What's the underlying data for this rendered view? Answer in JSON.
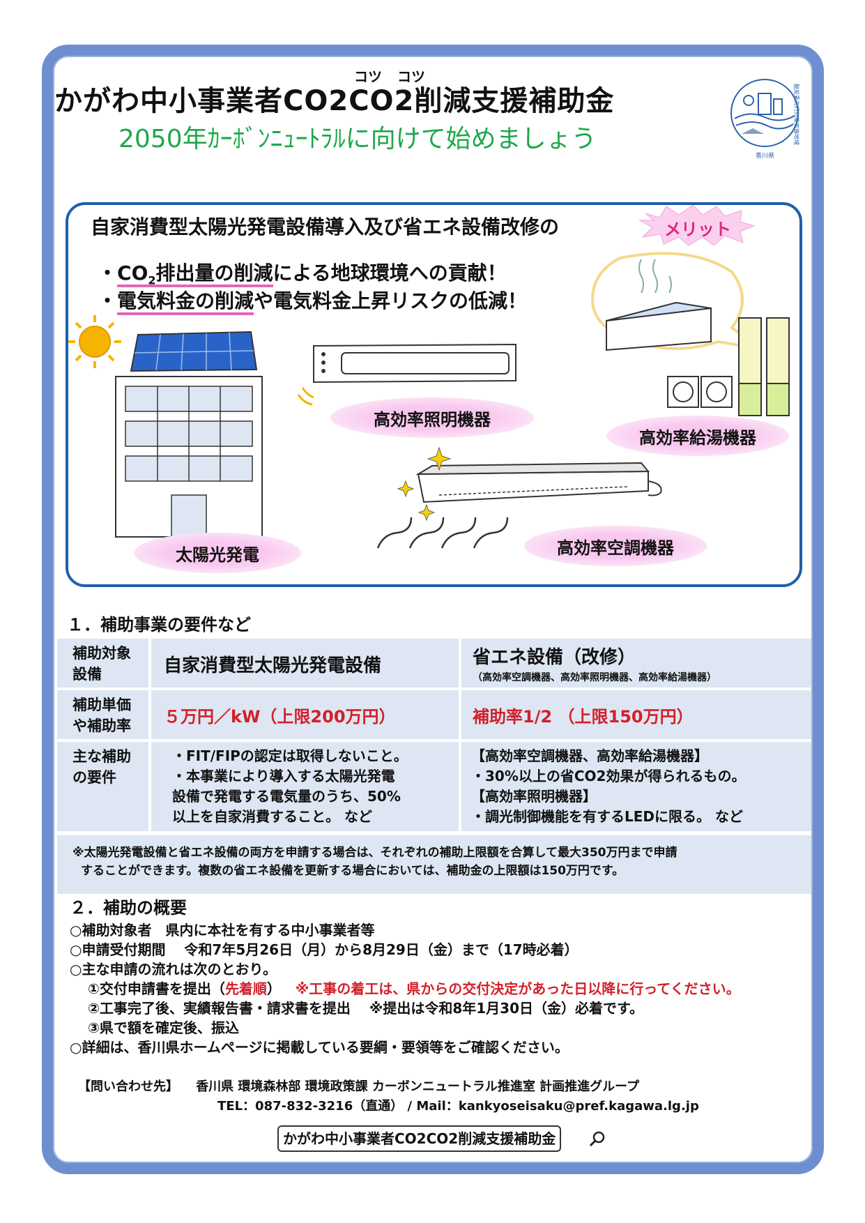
{
  "header": {
    "title": "かがわ中小事業者CO2CO2削減支援補助金",
    "ruby_left": "コツ",
    "ruby_right": "コツ",
    "subtitle": "2050年ｶｰﾎﾞﾝﾆｭｰﾄﾗﾙに向けて始めましょう",
    "seal_text": "脱炭素先行対策実施地域",
    "seal_pref": "香川県"
  },
  "merit": {
    "heading": "自家消費型太陽光発電設備導入及び省エネ設備改修の",
    "badge": "メリット",
    "bullet1_prefix": "・",
    "bullet1_co": "CO",
    "bullet1_sub": "2",
    "bullet1_u": "排出量の削減",
    "bullet1_rest": "による地球環境への貢献！",
    "bullet2_prefix": "・",
    "bullet2_u": "電気料金の削減",
    "bullet2_rest": "や電気料金上昇リスクの低減！",
    "labels": {
      "lighting": "高効率照明機器",
      "water_heater": "高効率給湯機器",
      "aircon": "高効率空調機器",
      "solar": "太陽光発電"
    }
  },
  "section1": {
    "title": "１．補助事業の要件など",
    "rows": [
      {
        "header": [
          "補助対象",
          "設備"
        ],
        "col1": "自家消費型太陽光発電設備",
        "col2": "省エネ設備（改修）",
        "col2_note": "（高効率空調機器、高効率照明機器、高効率給湯機器）"
      },
      {
        "header": [
          "補助単価",
          "や補助率"
        ],
        "col1": "５万円／kW（上限200万円）",
        "col2": "補助率1/2 （上限150万円）"
      },
      {
        "header": [
          "主な補助",
          "の要件"
        ],
        "col1_lines": [
          "・FIT/FIPの認定は取得しないこと。",
          "・本事業により導入する太陽光発電",
          "設備で発電する電気量のうち、50%",
          "以上を自家消費すること。 など"
        ],
        "col2_lines": [
          "【高効率空調機器、高効率給湯機器】",
          "・30%以上の省CO2効果が得られるもの。",
          "【高効率照明機器】",
          "・調光制御機能を有するLEDに限る。 など"
        ]
      }
    ],
    "note_lines": [
      "※太陽光発電設備と省エネ設備の両方を申請する場合は、それぞれの補助上限額を合算して最大350万円まで申請",
      "することができます。複数の省エネ設備を更新する場合においては、補助金の上限額は150万円です。"
    ]
  },
  "section2": {
    "title": "２．補助の概要",
    "line1": "○補助対象者　県内に本社を有する中小事業者等",
    "line2": "○申請受付期間　 令和7年5月26日（月）から8月29日（金）まで（17時必着）",
    "line3": "○主な申請の流れは次のとおり。",
    "step1_a": "①交付申請書を提出（",
    "step1_b": "先着順",
    "step1_c": "）",
    "step1_warn": "※工事の着工は、県からの交付決定があった日以降に行ってください。",
    "step2": "②工事完了後、実績報告書・請求書を提出　 ※提出は令和8年1月30日（金）必着です。",
    "step3": "③県で額を確定後、振込",
    "line4": "○詳細は、香川県ホームページに掲載している要綱・要領等をご確認ください。"
  },
  "contact": {
    "label": "【問い合わせ先】",
    "org": "香川県 環境森林部 環境政策課 カーボンニュートラル推進室 計画推進グループ",
    "tel_mail": "TEL：087-832-3216（直通） / Mail：kankyoseisaku@pref.kagawa.lg.jp"
  },
  "search": {
    "text": "かがわ中小事業者CO2CO2削減支援補助金"
  },
  "colors": {
    "frame": "#6e8fcf",
    "accent_green": "#1ea84a",
    "box_blue": "#1e5fa8",
    "red": "#d2202a",
    "pink": "#e0267c",
    "table_bg": "#dde6f2"
  }
}
